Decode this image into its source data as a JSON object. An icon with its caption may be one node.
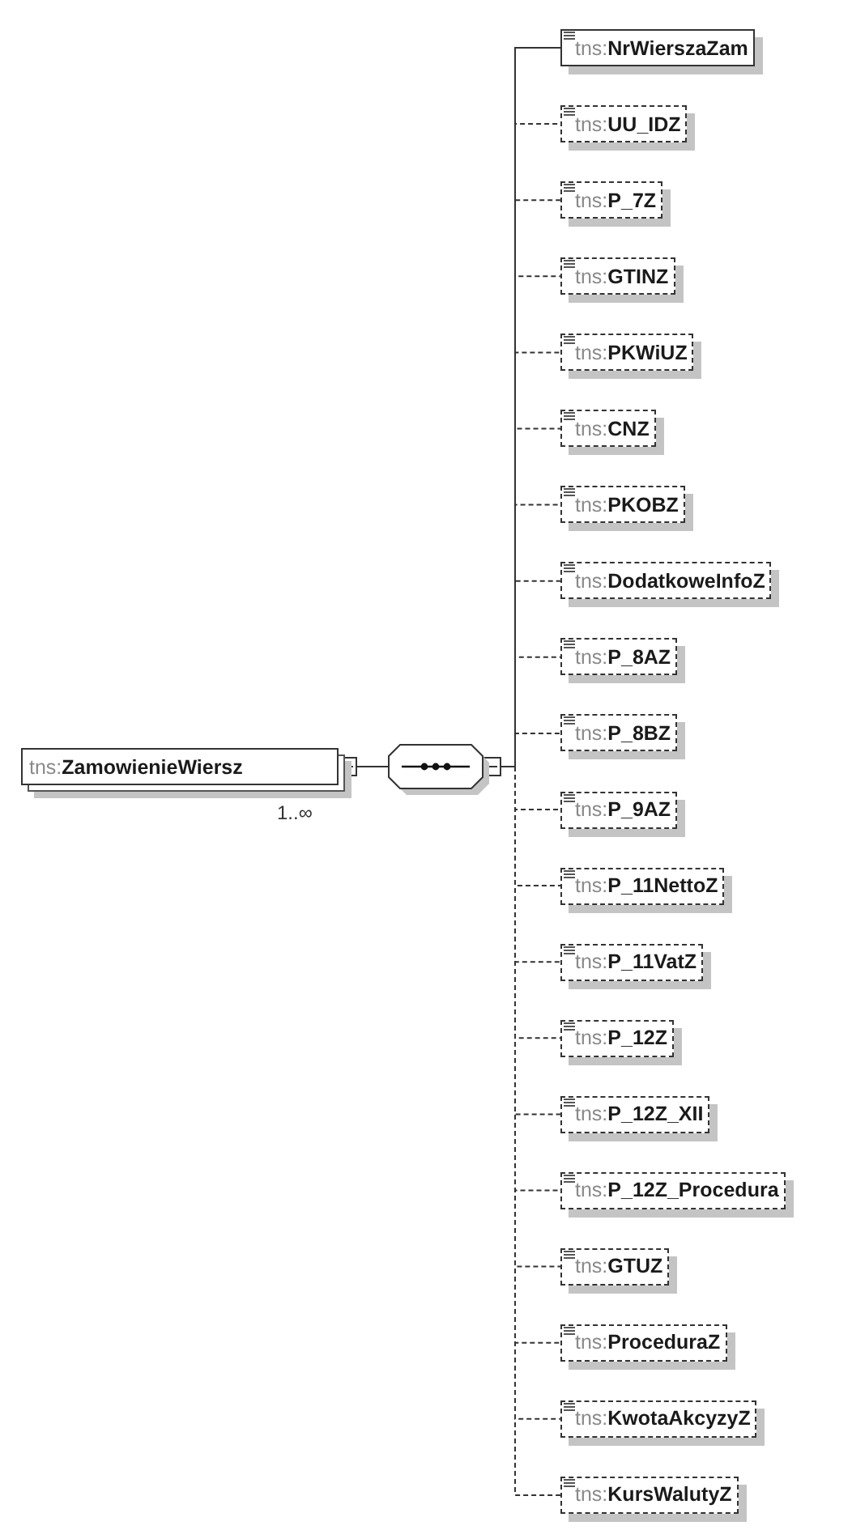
{
  "diagram": {
    "nodes": [
      {
        "text": [
          "tns:**ZamowienieWiersz**"
        ],
        "beside": [
          "1..∞"
        ]
      },
      {
        "text": [],
        "shape": "octagon"
      },
      {
        "text": [
          "tns:**NrWierszaZam**"
        ]
      },
      {
        "text": [
          "tns:**UU_IDZ**"
        ]
      },
      {
        "text": [
          "tns:**P_7Z**"
        ]
      },
      {
        "text": [
          "tns:**GTINZ**"
        ]
      },
      {
        "text": [
          "tns:**PKWiUZ**"
        ]
      },
      {
        "text": [
          "tns:**CNZ**"
        ]
      },
      {
        "text": [
          "tns:**PKOBZ**"
        ]
      },
      {
        "text": [
          "tns:**DodatkoweInfoZ**"
        ]
      },
      {
        "text": [
          "tns:**P_8AZ**"
        ]
      },
      {
        "text": [
          "tns:**P_8BZ**"
        ]
      },
      {
        "text": [
          "tns:**P_9AZ**"
        ]
      },
      {
        "text": [
          "tns:**P_11NettoZ**"
        ]
      },
      {
        "text": [
          "tns:**P_11VatZ**"
        ]
      },
      {
        "text": [
          "tns:**P_12Z**"
        ]
      },
      {
        "text": [
          "tns:**P_12Z_XII**"
        ]
      },
      {
        "text": [
          "tns:**P_12Z_Procedura**"
        ]
      },
      {
        "text": [
          "tns:**GTUZ**"
        ]
      },
      {
        "text": [
          "tns:**ProceduraZ**"
        ]
      },
      {
        "text": [
          "tns:**KwotaAkcyzyZ**"
        ]
      },
      {
        "text": [
          "tns:**KursWalutyZ**"
        ]
      }
    ],
    "edges": [
      {
        "from": 0,
        "to": 1,
        "arrow": "other"
      },
      {
        "from": 1,
        "to": 2,
        "arrow": "other"
      },
      {
        "from": 1,
        "to": 3,
        "arrow": "other",
        "style": "dashed"
      },
      {
        "from": 1,
        "to": 4,
        "arrow": "other",
        "style": "dashed"
      },
      {
        "from": 1,
        "to": 5,
        "arrow": "other",
        "style": "dashed"
      },
      {
        "from": 1,
        "to": 6,
        "arrow": "other",
        "style": "dashed"
      },
      {
        "from": 1,
        "to": 7,
        "arrow": "other",
        "style": "dashed"
      },
      {
        "from": 1,
        "to": 8,
        "arrow": "other",
        "style": "dashed"
      },
      {
        "from": 1,
        "to": 9,
        "arrow": "other",
        "style": "dashed"
      },
      {
        "from": 1,
        "to": 10,
        "arrow": "other",
        "style": "dashed"
      },
      {
        "from": 1,
        "to": 11,
        "arrow": "other",
        "style": "dashed"
      },
      {
        "from": 1,
        "to": 12,
        "arrow": "other",
        "style": "dashed"
      },
      {
        "from": 1,
        "to": 13,
        "arrow": "other",
        "style": "dashed"
      },
      {
        "from": 1,
        "to": 14,
        "arrow": "other",
        "style": "dashed"
      },
      {
        "from": 1,
        "to": 15,
        "arrow": "other",
        "style": "dashed"
      },
      {
        "from": 1,
        "to": 16,
        "arrow": "other",
        "style": "dashed"
      },
      {
        "from": 1,
        "to": 17,
        "arrow": "other",
        "style": "dashed"
      },
      {
        "from": 1,
        "to": 18,
        "arrow": "other",
        "style": "dashed"
      },
      {
        "from": 1,
        "to": 19,
        "arrow": "other",
        "style": "dashed"
      },
      {
        "from": 1,
        "to": 20,
        "arrow": "other",
        "style": "dashed"
      },
      {
        "from": 1,
        "to": 21,
        "arrow": "other",
        "style": "dashed"
      }
    ]
  }
}
